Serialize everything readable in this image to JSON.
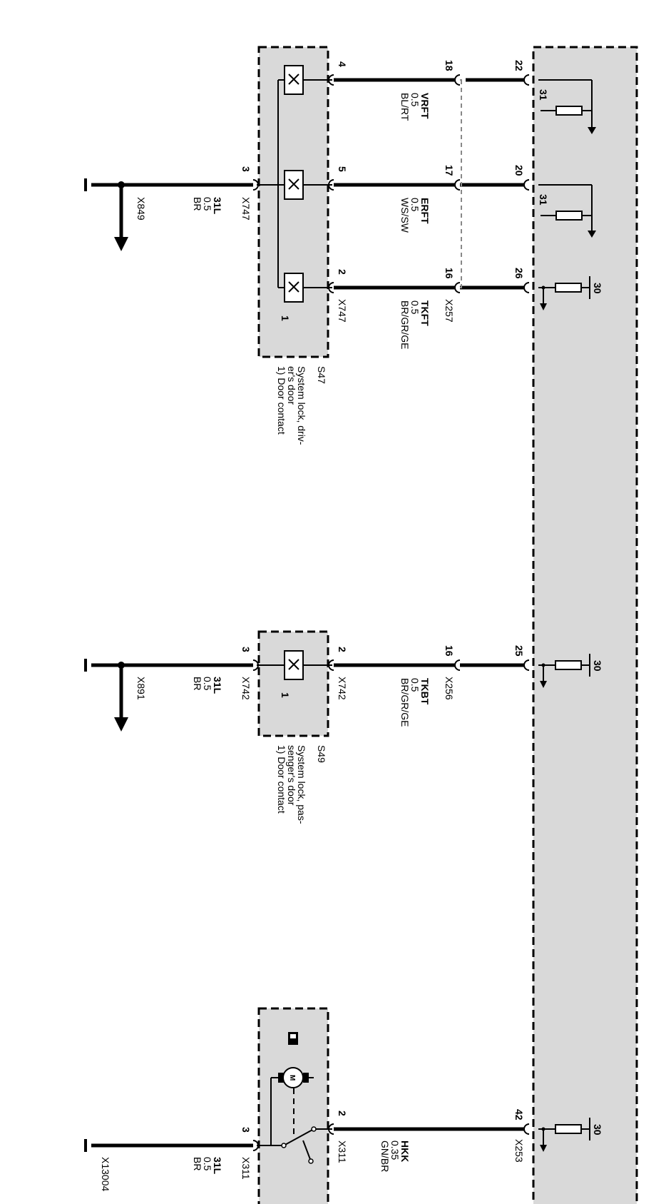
{
  "module": {
    "pins": {
      "vrft": "22",
      "erft": "20",
      "tkft": "26",
      "tkbt": "25",
      "hkk": "42"
    },
    "connectors": {
      "x253": "X253"
    },
    "supply_30": "30",
    "ground_31": "31"
  },
  "wires": {
    "vrft": {
      "name": "VRFT",
      "size": "0.5",
      "color": "BL/RT",
      "pin_left": "4",
      "pin_mid": "18"
    },
    "erft": {
      "name": "ERFT",
      "size": "0.5",
      "color": "WS/SW",
      "pin_left": "5",
      "pin_mid": "17"
    },
    "tkft": {
      "name": "TKFT",
      "size": "0.5",
      "color": "BR/GR/GE",
      "pin_left": "2",
      "pin_mid": "16",
      "conn_left": "X747",
      "conn_mid": "X257"
    },
    "tkbt": {
      "name": "TKBT",
      "size": "0.5",
      "color": "BR/GR/GE",
      "pin_left": "2",
      "pin_mid": "16",
      "conn_left": "X742",
      "conn_mid": "X256"
    },
    "hkk": {
      "name": "HKK",
      "size": "0.35",
      "color": "GN/BR",
      "pin_left": "2",
      "conn_left": "X311"
    }
  },
  "s47": {
    "id": "S47",
    "desc": [
      "System lock, driv-",
      "er's door",
      "1) Door contact"
    ],
    "ground": {
      "pin": "3",
      "conn": "X747",
      "name": "31L",
      "size": "0.5",
      "color": "BR",
      "dest": "X849"
    },
    "contact_mark": "1"
  },
  "s49": {
    "id": "S49",
    "desc": [
      "System lock, pas-",
      "senger's door",
      "1) Door contact"
    ],
    "ground": {
      "pin": "3",
      "conn": "X742",
      "name": "31L",
      "size": "0.5",
      "color": "BR",
      "dest": "X891"
    },
    "contact_mark": "1"
  },
  "tailgate": {
    "motor_label": "M",
    "ground": {
      "pin": "3",
      "conn": "X311",
      "name": "31L",
      "size": "0.5",
      "color": "BR",
      "dest": "X13004"
    }
  },
  "colors": {
    "box_fill": "#d9d9d9",
    "line": "#000000",
    "dashed_link": "#888888"
  }
}
